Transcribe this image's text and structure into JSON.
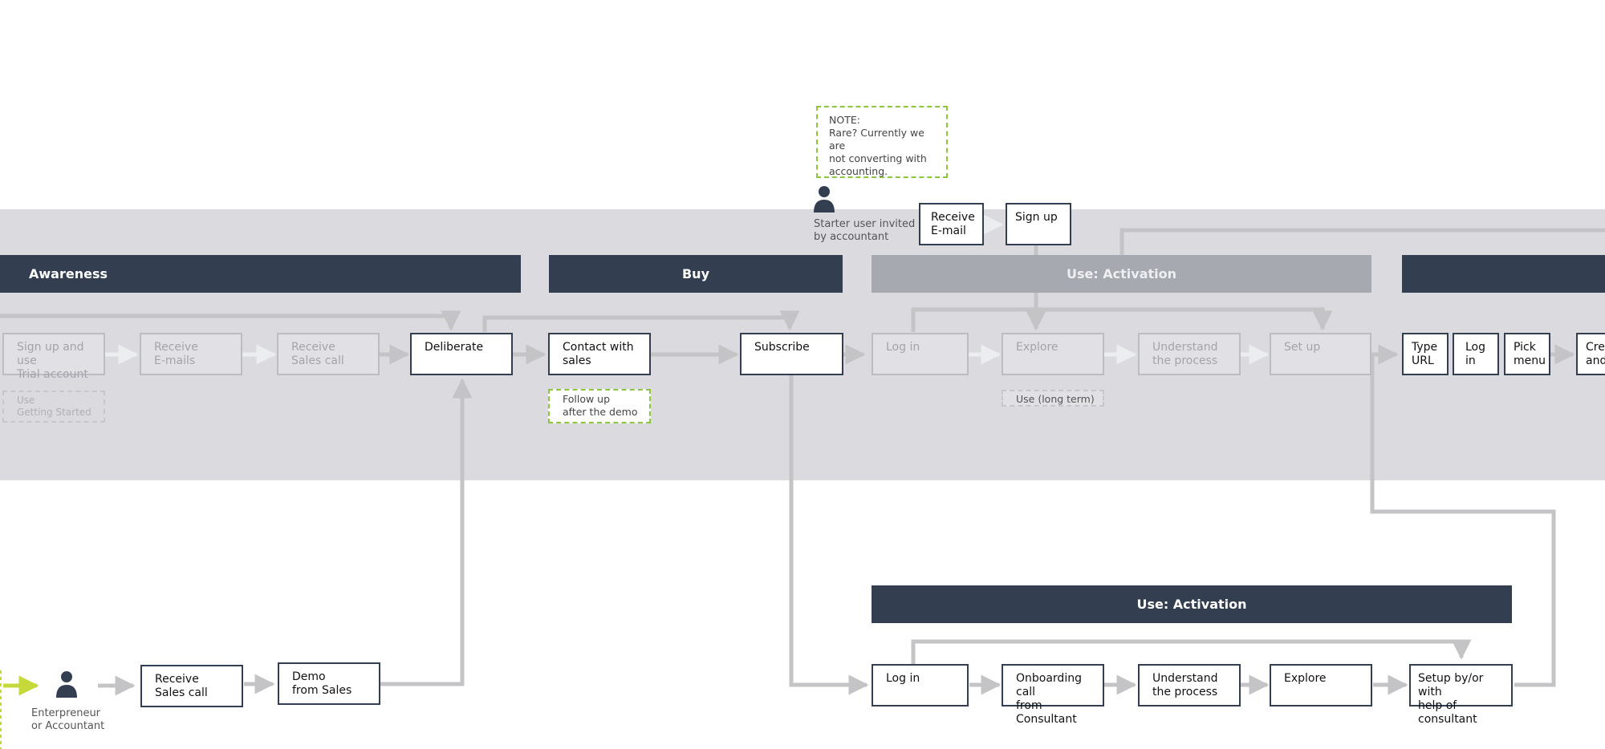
{
  "note": "NOTE:\nRare? Currently we are\nnot converting with\naccounting.",
  "actors": {
    "starter": "Starter user invited\nby accountant",
    "entrepreneur": "Enterpreneur\nor Accountant"
  },
  "headers": {
    "awareness": "Awareness",
    "buy": "Buy",
    "activation_top": "Use: Activation",
    "activation_bottom": "Use: Activation"
  },
  "top_row": {
    "receive_email": "Receive\nE-mail",
    "sign_up": "Sign up"
  },
  "main_row": {
    "trial": "Sign up and use\nTrial account",
    "receive_emails": "Receive\nE-mails",
    "sales_call": "Receive\nSales call",
    "deliberate": "Deliberate",
    "contact_sales": "Contact with\nsales",
    "subscribe": "Subscribe",
    "log_in": "Log in",
    "explore": "Explore",
    "understand": "Understand\nthe process",
    "set_up": "Set up",
    "type_url": "Type\nURL",
    "log_in_short": "Log\nin",
    "pick_menu": "Pick\nmenu",
    "cre": "Cre\nand"
  },
  "sub_notes": {
    "getting_started": "Use\nGetting Started",
    "follow_up": "Follow up\nafter the demo",
    "long_term": "Use (long term)"
  },
  "bottom_row": {
    "receive_sales_call": "Receive\nSales call",
    "demo": "Demo\nfrom Sales",
    "log_in": "Log in",
    "onboarding": "Onboarding call\nfrom Consultant",
    "understand": "Understand\nthe process",
    "explore": "Explore",
    "setup_consultant": "Setup by/or with\nhelp of consultant"
  },
  "colors": {
    "header": "#333f50",
    "header_muted": "#a6a9b0",
    "band": "#dadadf",
    "connector": "#c4c4c6",
    "note_border": "#8cc63f",
    "entry_arrow": "#c5d93a"
  }
}
